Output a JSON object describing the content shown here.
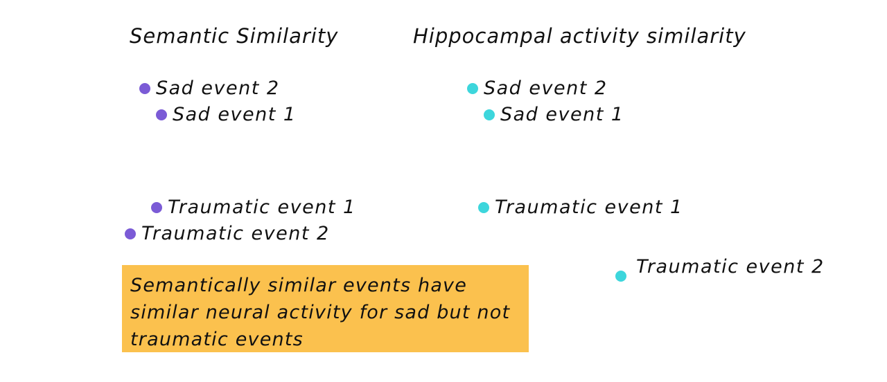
{
  "colors": {
    "semantic_dot": "#7b5bd6",
    "hippocampal_dot": "#3dd6dc",
    "callout_bg": "#fbc14e"
  },
  "panels": [
    {
      "title": "Semantic Similarity",
      "points": [
        {
          "label": "Sad event 2"
        },
        {
          "label": "Sad event 1"
        },
        {
          "label": "Traumatic event 1"
        },
        {
          "label": "Traumatic event 2"
        }
      ]
    },
    {
      "title": "Hippocampal activity similarity",
      "points": [
        {
          "label": "Sad event 2"
        },
        {
          "label": "Sad event 1"
        },
        {
          "label": "Traumatic event 1"
        },
        {
          "label": "Traumatic event 2"
        }
      ]
    }
  ],
  "callout": {
    "text": "Semantically similar events have similar neural activity for sad but not traumatic events"
  }
}
